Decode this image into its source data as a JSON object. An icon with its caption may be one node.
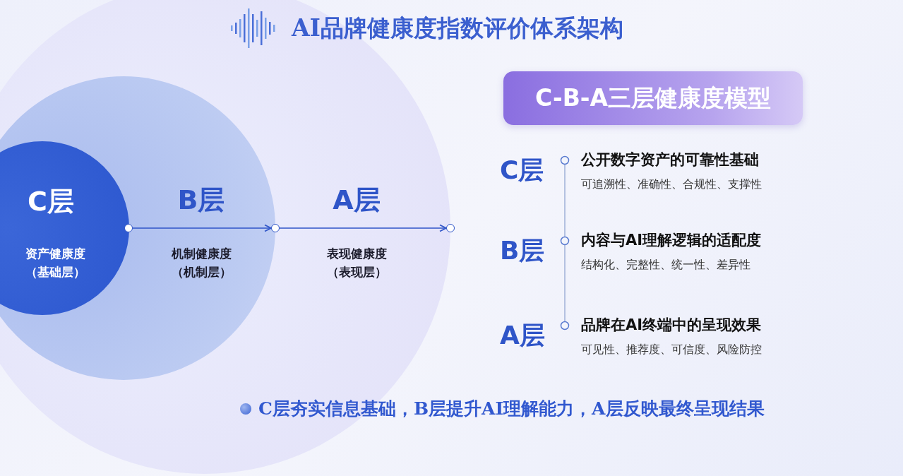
{
  "diagram": {
    "title": "AI品牌健康度指数评价体系架构",
    "nodes": [
      {
        "text": [
          "A层",
          "表现健康度（表现层）"
        ]
      },
      {
        "text": [
          "B层",
          "机制健康度（机制层）"
        ],
        "in": 0
      },
      {
        "text": [
          "C层",
          "资产健康度（基础层）"
        ],
        "in": 1
      },
      {
        "text": [],
        "shape": "circle",
        "in": 1
      },
      {
        "text": [],
        "shape": "circle",
        "in": 0
      },
      {
        "text": [],
        "shape": "circle"
      },
      {
        "text": [
          "C-B-A三层健康度模型"
        ]
      }
    ],
    "edges": [
      {
        "from": 3,
        "to": 4,
        "arrow": "to"
      },
      {
        "from": 4,
        "to": 5,
        "arrow": "to"
      }
    ],
    "labels": [
      "C层",
      "公开数字资产的可靠性基础",
      "可追溯性、准确性、合规性、支撑性",
      "B层",
      "内容与AI理解逻辑的适配度",
      "结构化、完整性、统一性、差异性",
      "A层",
      "品牌在AI终端中的呈现效果",
      "可见性、推荐度、可信度、风险防控",
      "C层夯实信息基础，B层提升AI理解能力，A层反映最终呈现结果"
    ]
  }
}
